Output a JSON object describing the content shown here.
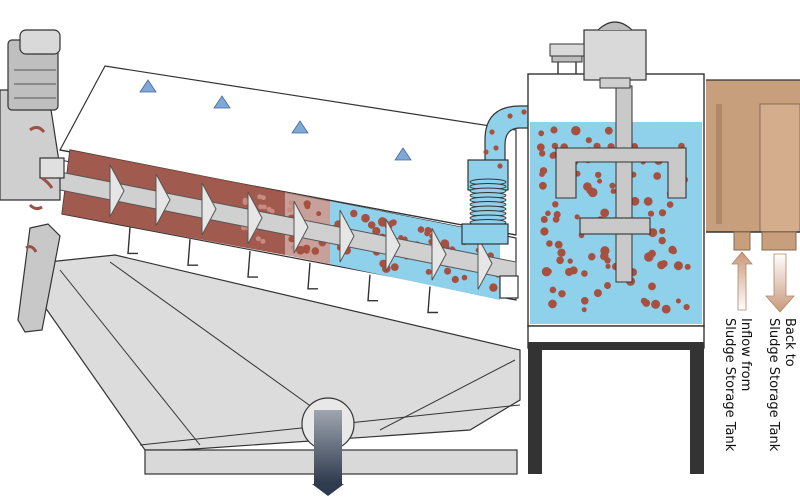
{
  "labels": {
    "inflow": "Inflow from",
    "inflow_source": "Sludge Storage Tank",
    "return": "Back to",
    "return_target": "Sludge Storage Tank"
  },
  "colors": {
    "water": "#8fd0ea",
    "sludge": "#9c5145",
    "sludge_dot": "#a8503f",
    "frame": "#d6d6d6",
    "tank": "#c79f7c",
    "outline": "#333333"
  }
}
